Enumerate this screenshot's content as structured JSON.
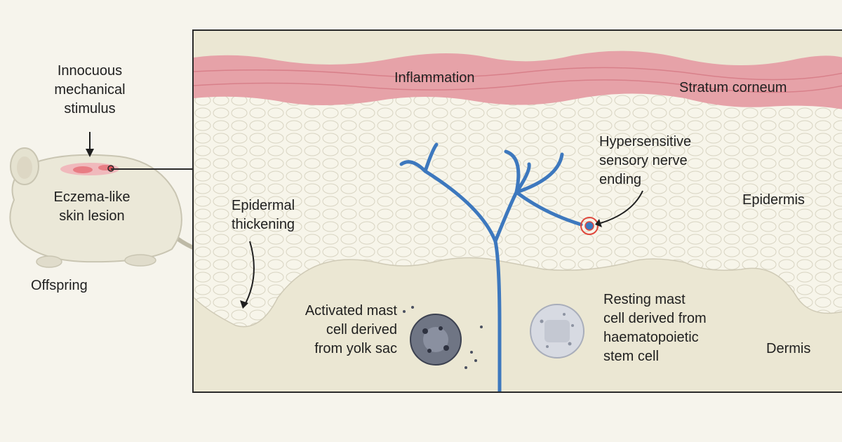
{
  "colors": {
    "background": "#f6f4ec",
    "stratum_corneum": "#e6a2a8",
    "epidermis": "#f7f5ea",
    "dermis": "#ebe7d3",
    "nerve": "#3d78be",
    "nerve_ending_ring": "#e0473c",
    "activated_mast_cell": "#6f7584",
    "resting_mast_cell": "#d7dae2",
    "mouse": "#ebe8d8",
    "lesion": "#e87d84"
  },
  "labels": {
    "stimulus": [
      "Innocuous",
      "mechanical",
      "stimulus"
    ],
    "lesion": [
      "Eczema-like",
      "skin lesion"
    ],
    "offspring": "Offspring",
    "inflammation": "Inflammation",
    "stratum_corneum": "Stratum corneum",
    "hypersensitive": [
      "Hypersensitive",
      "sensory nerve",
      "ending"
    ],
    "epidermis": "Epidermis",
    "epidermal": [
      "Epidermal",
      "thickening"
    ],
    "activated": [
      "Activated mast",
      "cell derived",
      "from yolk sac"
    ],
    "resting": [
      "Resting mast",
      "cell derived from",
      "haematopoietic",
      "stem cell"
    ],
    "dermis": "Dermis"
  },
  "icons": {
    "mouse": "mouse-icon",
    "nerve": "nerve-fiber-icon",
    "activated_cell": "activated-mast-cell-icon",
    "resting_cell": "resting-mast-cell-icon"
  }
}
